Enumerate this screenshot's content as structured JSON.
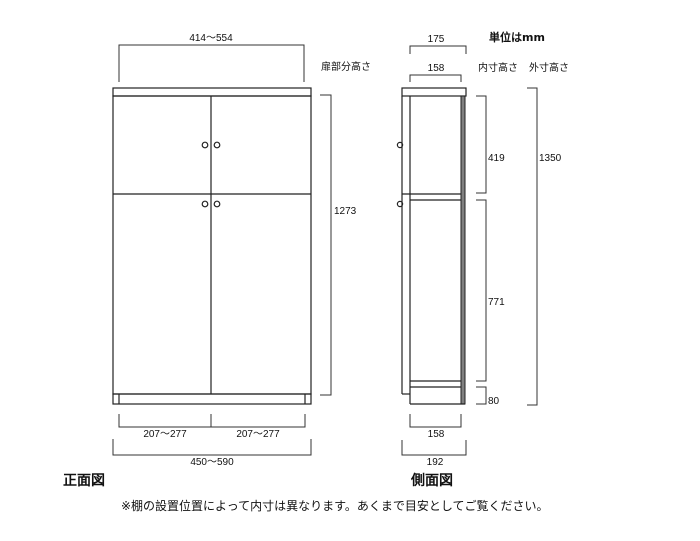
{
  "unit_label": "単位はmm",
  "front_view": {
    "title": "正面図",
    "door_section_height_label": "扉部分高さ",
    "top_width": "414～554",
    "door_height": "1273",
    "door_width_left": "207～277",
    "door_width_right": "207～277",
    "overall_width": "450～590"
  },
  "side_view": {
    "title": "側面図",
    "inner_height_label": "内寸高さ",
    "outer_height_label": "外寸高さ",
    "top_depth_outer": "175",
    "top_depth_inner": "158",
    "upper_inner_height": "419",
    "lower_inner_height": "771",
    "base_height": "80",
    "overall_height": "1350",
    "bottom_depth_inner": "158",
    "bottom_depth_outer": "192"
  },
  "note": "※棚の設置位置によって内寸は異なります。あくまで目安としてご覧ください。",
  "colors": {
    "line": "#222222",
    "back_panel": "#808080",
    "background": "#ffffff"
  }
}
